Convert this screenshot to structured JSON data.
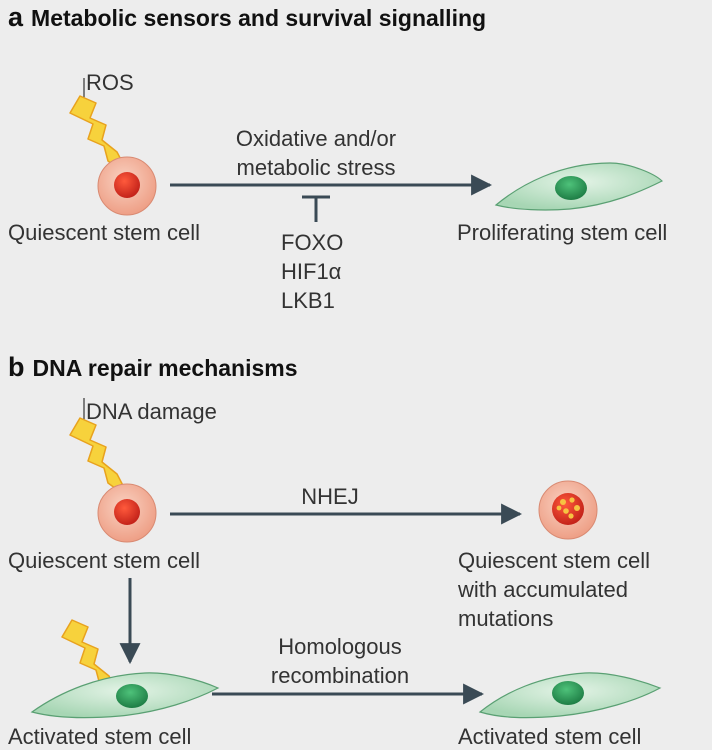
{
  "panel_a": {
    "letter": "a",
    "title": "Metabolic sensors and survival signalling",
    "trigger": "ROS",
    "arrow_label_line1": "Oxidative and/or",
    "arrow_label_line2": "metabolic stress",
    "inhibitors": [
      "FOXO",
      "HIF1α",
      "LKB1"
    ],
    "source_cell": "Quiescent stem cell",
    "target_cell": "Proliferating stem cell"
  },
  "panel_b": {
    "letter": "b",
    "title": "DNA repair mechanisms",
    "trigger": "DNA damage",
    "nhej_label": "NHEJ",
    "hr_label_line1": "Homologous",
    "hr_label_line2": "recombination",
    "source_cell": "Quiescent stem cell",
    "mutated_cell_line1": "Quiescent stem cell",
    "mutated_cell_line2": "with accumulated",
    "mutated_cell_line3": "mutations",
    "activated_cell": "Activated stem cell",
    "result_cell": "Activated stem cell"
  },
  "colors": {
    "background": "#ededed",
    "arrow": "#3a4a55",
    "lightning_fill": "#f7d23c",
    "lightning_stroke": "#e8a21e",
    "quiescent_outer": "#f2b9a4",
    "quiescent_inner": "#d93a2b",
    "proliferating_fill": "#cfe8d6",
    "proliferating_nucleus": "#2f9e5b"
  }
}
